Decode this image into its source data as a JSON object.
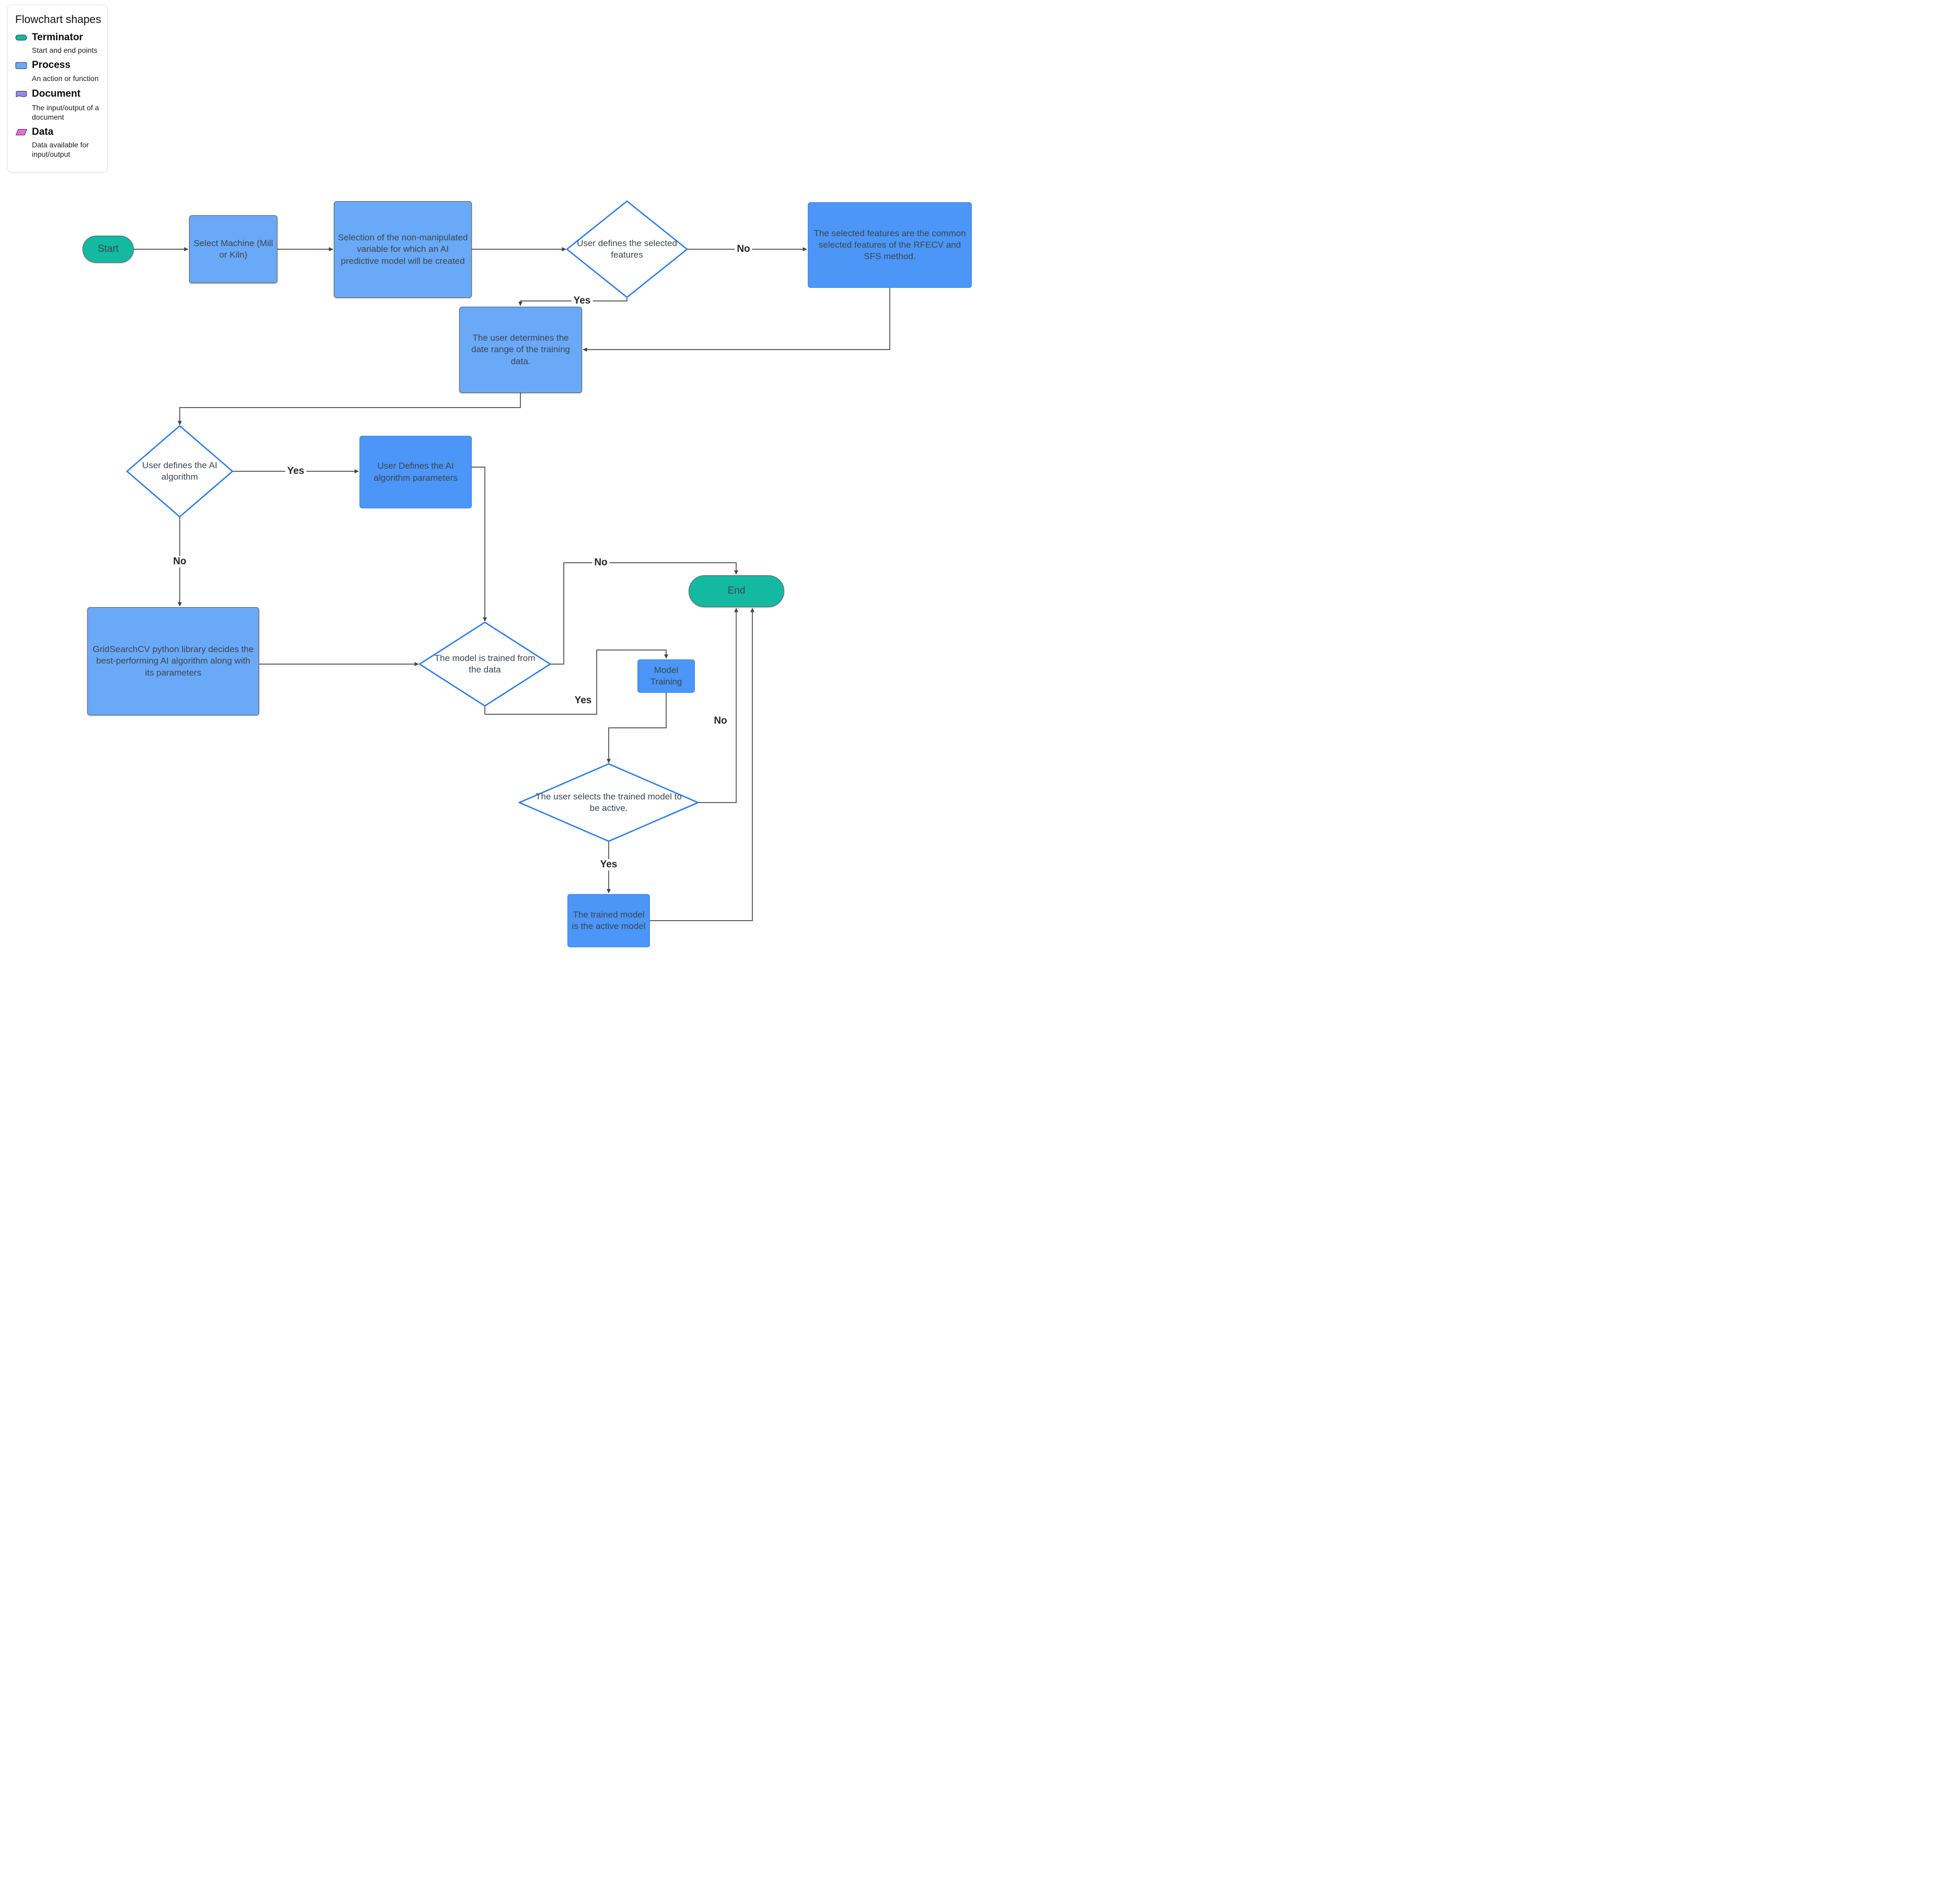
{
  "legend": {
    "title": "Flowchart shapes",
    "items": [
      {
        "name": "Terminator",
        "desc": "Start and end points",
        "icon": "terminator-icon"
      },
      {
        "name": "Process",
        "desc": "An action or function",
        "icon": "process-icon"
      },
      {
        "name": "Document",
        "desc": "The input/output of a document",
        "icon": "document-icon"
      },
      {
        "name": "Data",
        "desc": "Data available for input/output",
        "icon": "data-icon"
      }
    ]
  },
  "nodes": {
    "start": {
      "label": "Start",
      "type": "terminator"
    },
    "select_machine": {
      "label": "Select Machine (Mill or Kiln)",
      "type": "process"
    },
    "select_variable": {
      "label": "Selection of the non-manipulated variable for which an AI predictive model will be created",
      "type": "process"
    },
    "features_decision": {
      "label": "User defines the selected features",
      "type": "decision"
    },
    "rfecv": {
      "label": "The selected features are the common selected features of the RFECV and SFS method.",
      "type": "process"
    },
    "date_range": {
      "label": "The user determines the date range of the training data.",
      "type": "process"
    },
    "algorithm_decision": {
      "label": "User defines the AI algorithm",
      "type": "decision"
    },
    "algorithm_params": {
      "label": "User Defines the AI algorithm parameters",
      "type": "process"
    },
    "gridsearch": {
      "label": "GridSearchCV python library decides the best-performing AI algorithm along with its parameters",
      "type": "process"
    },
    "trained_decision": {
      "label": "The model is trained from the data",
      "type": "decision"
    },
    "model_training": {
      "label": "Model Training",
      "type": "process"
    },
    "end": {
      "label": "End",
      "type": "terminator"
    },
    "active_decision": {
      "label": "The user selects the trained model to be active.",
      "type": "decision"
    },
    "active_model": {
      "label": "The trained model is the active model",
      "type": "process"
    }
  },
  "edge_labels": {
    "features_no": "No",
    "features_yes": "Yes",
    "algorithm_yes": "Yes",
    "algorithm_no": "No",
    "trained_no": "No",
    "trained_yes": "Yes",
    "active_no": "No",
    "active_yes": "Yes"
  },
  "colors": {
    "terminator_fill": "#13b9a1",
    "process_light_fill": "#6aa9f7",
    "process_deep_fill": "#4b96f7",
    "document_fill": "#8d8cea",
    "data_fill": "#f06bd5",
    "diamond_border": "#2e7de5",
    "edge": "#4f4f4f",
    "node_text": "#3c4650",
    "shape_border": "#5f5f5f"
  }
}
